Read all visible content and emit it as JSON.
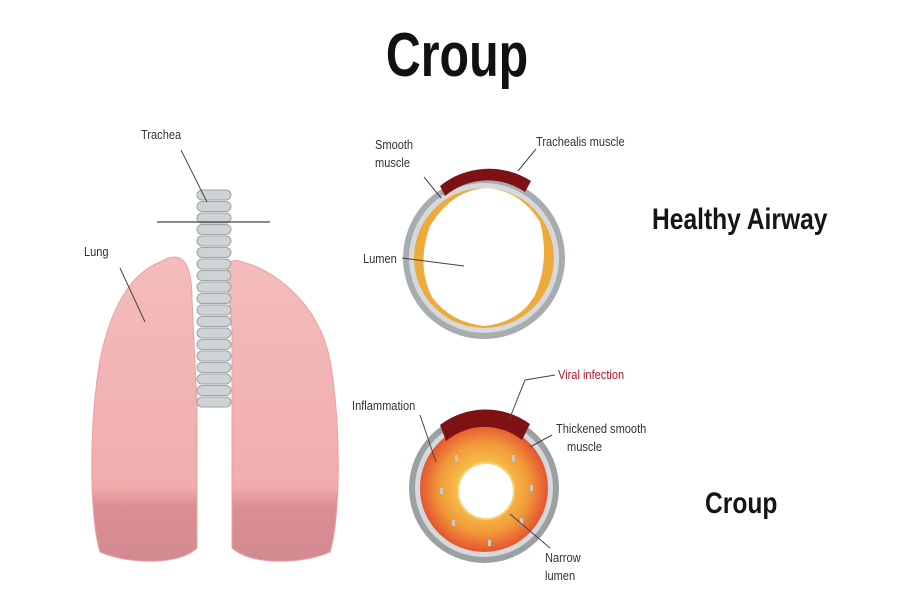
{
  "title": "Croup",
  "labels": {
    "trachea": "Trachea",
    "lung": "Lung",
    "smooth_muscle_line1": "Smooth",
    "smooth_muscle_line2": "muscle",
    "trachealis_muscle": "Trachealis muscle",
    "lumen": "Lumen",
    "viral_infection": "Viral infection",
    "inflammation": "Inflammation",
    "thickened_line1": "Thickened smooth",
    "thickened_line2": "muscle",
    "narrow_line1": "Narrow",
    "narrow_line2": "lumen"
  },
  "headings": {
    "healthy": "Healthy Airway",
    "croup": "Croup"
  },
  "colors": {
    "lung_fill": "#f2b3b3",
    "lung_base": "#d98e93",
    "trachea_ring": "#cfd3d6",
    "airway_wall": "#e5a02f",
    "airway_ring": "#9aa0a4",
    "trachealis": "#7d1113",
    "inflamed_red": "#e8553a",
    "label_red": "#b0182b"
  }
}
